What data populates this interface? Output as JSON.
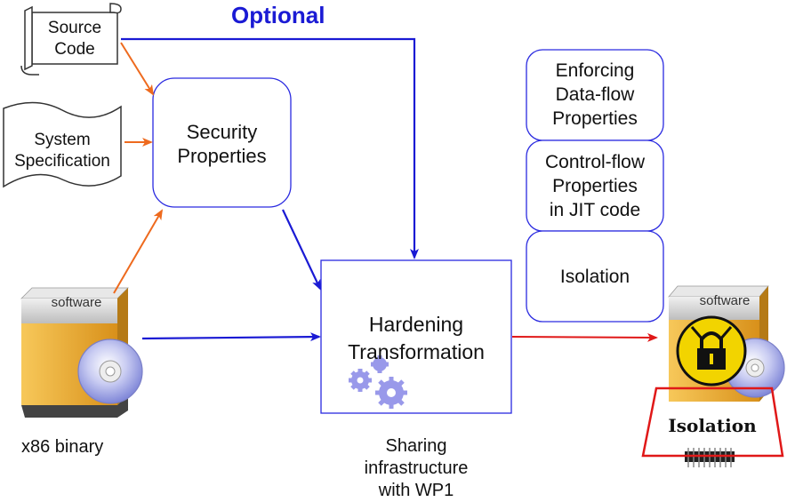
{
  "diagram": {
    "optional_label": "Optional",
    "source_code_label": "Source\nCode",
    "system_spec_label": "System\nSpecification",
    "security_props_label": "Security\nProperties",
    "hardening_label": "Hardening\nTransformation",
    "sharing_label": "Sharing\ninfrastructure\nwith WP1",
    "x86_label": "x86 binary",
    "software_label_left": "software",
    "software_label_right": "software",
    "props": [
      {
        "label": "Enforcing\nData-flow\nProperties"
      },
      {
        "label": "Control-flow\nProperties\nin JIT code"
      },
      {
        "label": "Isolation"
      }
    ],
    "isolation_banner": "Isolation",
    "colors": {
      "blue": "#1a1ad4",
      "orange": "#ee6a1e",
      "red": "#e01818",
      "box_border": "#2a2ae0",
      "gold": "#f0b323",
      "lock_yellow": "#f2d400"
    },
    "icons": {
      "scroll": "document-scroll-icon",
      "wavy": "document-wave-icon",
      "box": "software-box-icon",
      "disc": "cd-disc-icon",
      "gears": "gears-icon",
      "lock": "padlock-icon",
      "chip": "microchip-icon"
    }
  }
}
